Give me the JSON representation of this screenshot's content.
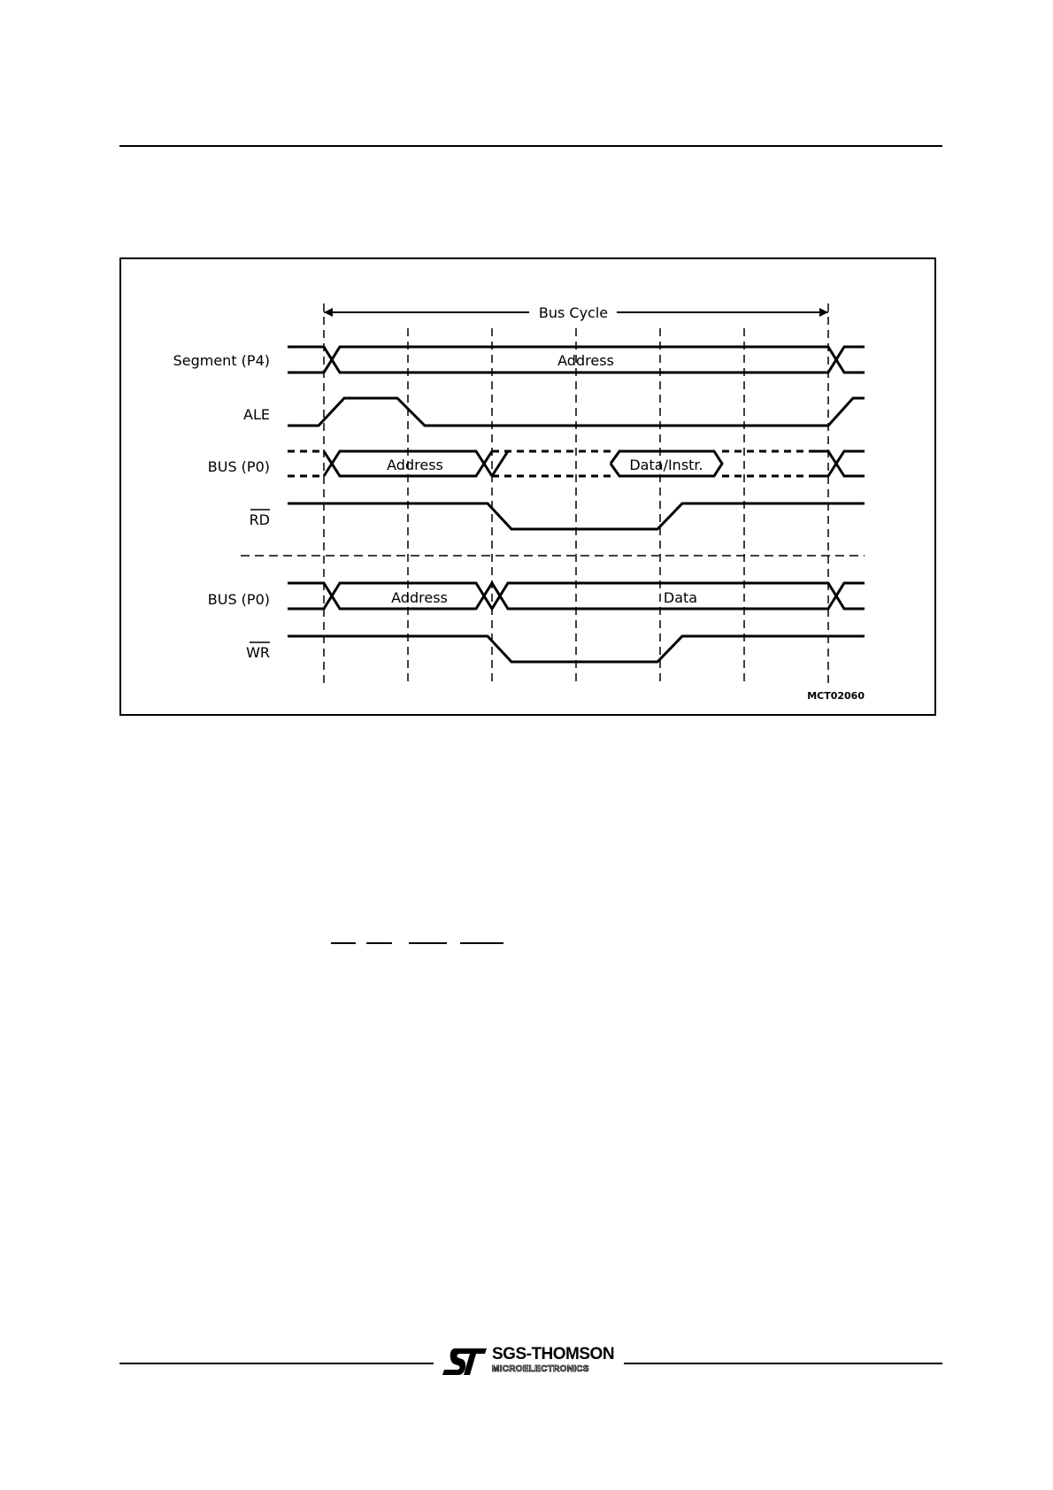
{
  "timing_diagram": {
    "bus_cycle_label": "Bus Cycle",
    "signals": {
      "segment": "Segment (P4)",
      "ale": "ALE",
      "bus_read": "BUS (P0)",
      "rd": "RD",
      "bus_write": "BUS (P0)",
      "wr": "WR"
    },
    "segment_value": "Address",
    "bus_read_address": "Address",
    "bus_read_data": "Data/Instr.",
    "bus_write_address": "Address",
    "bus_write_data": "Data",
    "figure_code": "MCT02060"
  },
  "footer": {
    "brand_name": "SGS-THOMSON",
    "brand_subtitle": "MICROELECTRONICS"
  }
}
